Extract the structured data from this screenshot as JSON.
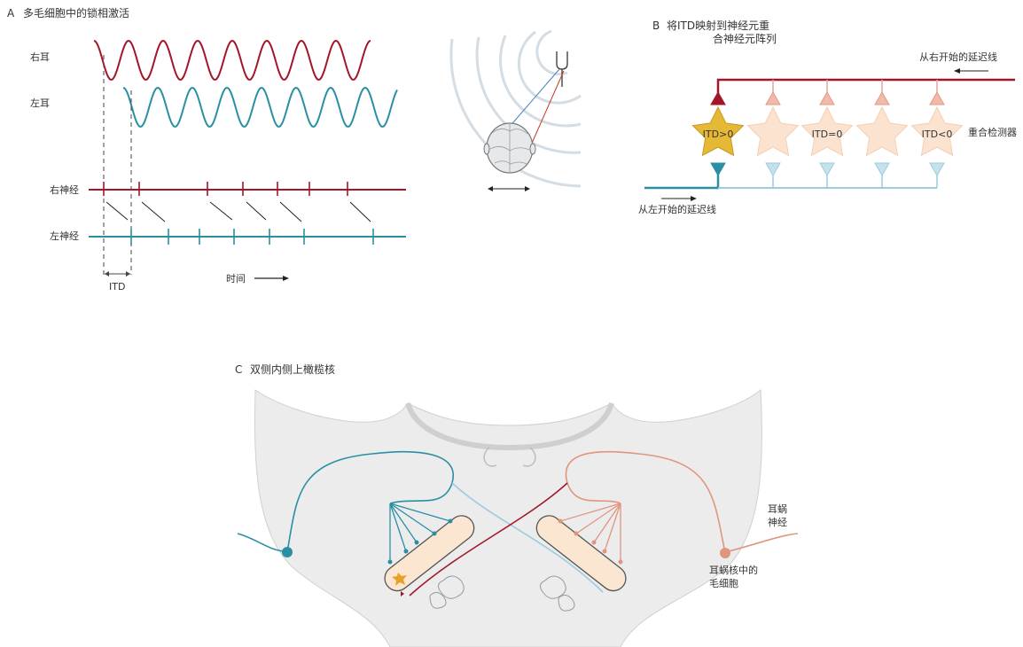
{
  "panelA": {
    "letter": "A",
    "title": "多毛细胞中的锁相激活",
    "right_ear": "右耳",
    "left_ear": "左耳",
    "right_nerve": "右神经",
    "left_nerve": "左神经",
    "itd": "ITD",
    "time": "时间"
  },
  "panelB": {
    "letter": "B",
    "title_line1": "将ITD映射到神经元重",
    "title_line2": "合神经元阵列",
    "from_right": "从右开始的延迟线",
    "from_left": "从左开始的延迟线",
    "detectors": "重合检测器",
    "cells": [
      "ITD>0",
      "",
      "ITD=0",
      "",
      "ITD<0"
    ]
  },
  "panelC": {
    "letter": "C",
    "title": "双侧内侧上橄榄核",
    "cochlear_nerve_line1": "耳蜗",
    "cochlear_nerve_line2": "神经",
    "hair_cell_line1": "耳蜗核中的",
    "hair_cell_line2": "毛细胞"
  },
  "colors": {
    "red": "#a3162a",
    "teal": "#2a8fa3",
    "light_teal": "#9ecbdd",
    "salmon": "#e0957f",
    "gold": "#e5b935",
    "peach": "#fbe3d0",
    "gray_bg": "#ededed"
  }
}
